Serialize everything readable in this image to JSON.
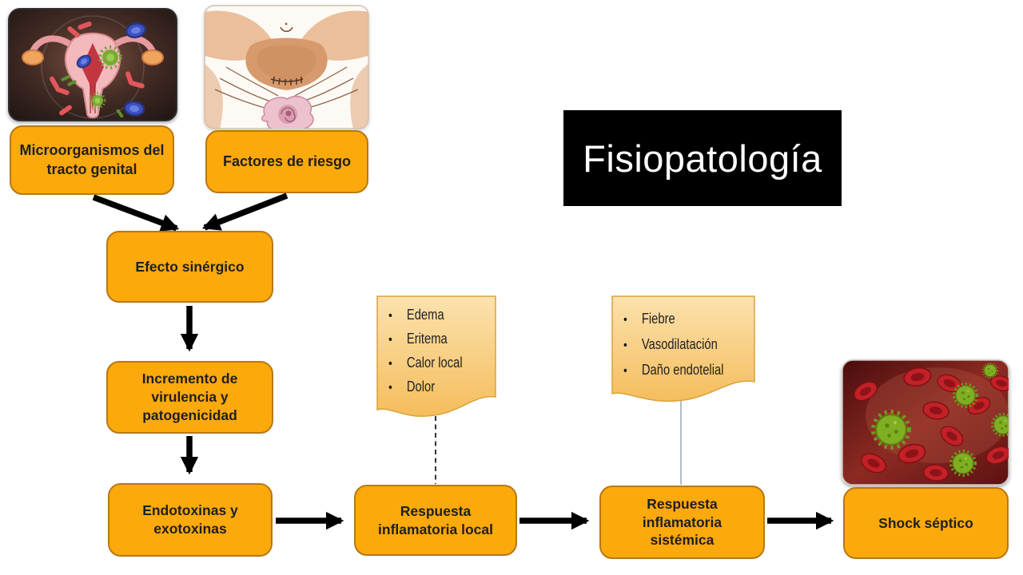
{
  "title": {
    "text": "Fisiopatología"
  },
  "nodes": {
    "microorganisms": "Microorganismos del tracto genital",
    "risk_factors": "Factores de riesgo",
    "synergy": "Efecto sinérgico",
    "virulence": "Incremento de virulencia y patogenicidad",
    "toxins": "Endotoxinas y exotoxinas",
    "local_response": "Respuesta inflamatoria local",
    "systemic_response": "Respuesta inflamatoria sistémica",
    "septic_shock": "Shock séptico"
  },
  "notes": {
    "local": {
      "items": [
        "Edema",
        "Eritema",
        "Calor local",
        "Dolor"
      ]
    },
    "systemic": {
      "items": [
        "Fiebre",
        "Vasodilatación",
        "Daño endotelial"
      ]
    }
  },
  "images": {
    "genital_tract": "uterus-with-microorganisms-illustration",
    "risk_factors": "postpartum-abdomen-watercolor-illustration",
    "septic_shock": "blood-cells-with-pathogens-illustration"
  },
  "colors": {
    "node_fill": "#FCA90C",
    "node_border": "#B97714",
    "note_fill_top": "#FBE2AE",
    "note_fill_bottom": "#F5BD5C",
    "note_border": "#D9A23C",
    "title_bg": "#000000",
    "title_fg": "#FFFFFF",
    "arrow": "#000000",
    "connector_dashed": "#000000",
    "connector_solid": "#8AA2B8"
  }
}
